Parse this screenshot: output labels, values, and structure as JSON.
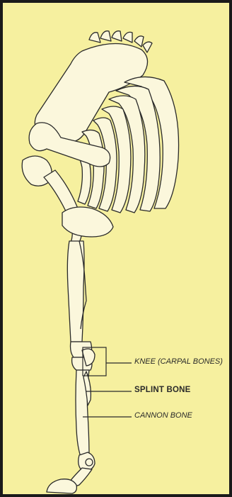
{
  "labels": {
    "knee": "KNEE (CARPAL BONES)",
    "splint": "SPLINT BONE",
    "cannon": "CANNON BONE"
  },
  "colors": {
    "background": "#f6f09f",
    "bone_fill": "#fbf7dc",
    "ink": "#2a2a2a",
    "frame": "#1a1a1a"
  }
}
